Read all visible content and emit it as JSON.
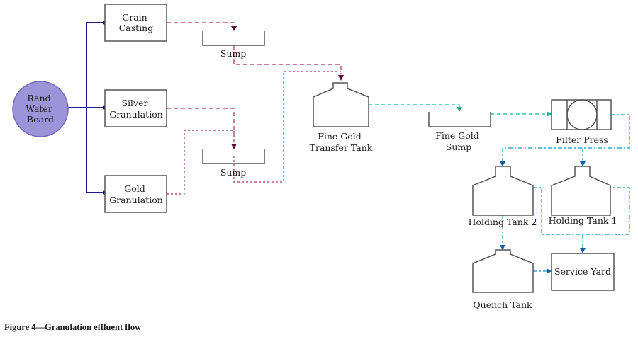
{
  "diagram": {
    "source": {
      "id": "rand-water-board",
      "label_lines": [
        "Rand",
        "Water",
        "Board"
      ]
    },
    "processes": [
      {
        "id": "grain-casting",
        "label_lines": [
          "Grain",
          "Casting"
        ]
      },
      {
        "id": "silver-granulation",
        "label_lines": [
          "Silver",
          "Granulation"
        ]
      },
      {
        "id": "gold-granulation",
        "label_lines": [
          "Gold",
          "Granulation"
        ]
      }
    ],
    "sumps": [
      {
        "id": "sump-top",
        "label_lines": [
          "Sump"
        ]
      },
      {
        "id": "sump-bottom",
        "label_lines": [
          "Sump"
        ]
      },
      {
        "id": "fine-gold-sump",
        "label_lines": [
          "Fine Gold",
          "Sump"
        ]
      }
    ],
    "tanks": [
      {
        "id": "fine-gold-transfer-tank",
        "label_lines": [
          "Fine Gold",
          "Transfer Tank"
        ]
      },
      {
        "id": "holding-tank-2",
        "label_lines": [
          "Holding Tank 2"
        ]
      },
      {
        "id": "holding-tank-1",
        "label_lines": [
          "Holding Tank 1"
        ]
      },
      {
        "id": "quench-tank",
        "label_lines": [
          "Quench Tank"
        ]
      }
    ],
    "filter_press": {
      "id": "filter-press",
      "label_lines": [
        "Filter Press"
      ]
    },
    "service_yard": {
      "id": "service-yard",
      "label_lines": [
        "Service Yard"
      ]
    },
    "flows": [
      {
        "from": "rand-water-board",
        "to": "grain-casting",
        "style": "water-supply"
      },
      {
        "from": "rand-water-board",
        "to": "silver-granulation",
        "style": "water-supply"
      },
      {
        "from": "rand-water-board",
        "to": "gold-granulation",
        "style": "water-supply"
      },
      {
        "from": "grain-casting",
        "to": "sump-top",
        "style": "effluent"
      },
      {
        "from": "silver-granulation",
        "to": "sump-bottom",
        "style": "effluent"
      },
      {
        "from": "gold-granulation",
        "to": "sump-bottom",
        "style": "effluent"
      },
      {
        "from": "sump-top",
        "to": "fine-gold-transfer-tank",
        "style": "effluent"
      },
      {
        "from": "sump-bottom",
        "to": "fine-gold-transfer-tank",
        "style": "effluent"
      },
      {
        "from": "fine-gold-transfer-tank",
        "to": "fine-gold-sump",
        "style": "fine-gold"
      },
      {
        "from": "fine-gold-sump",
        "to": "filter-press",
        "style": "fine-gold"
      },
      {
        "from": "filter-press",
        "to": "holding-tank-2",
        "style": "filtrate"
      },
      {
        "from": "filter-press",
        "to": "holding-tank-1",
        "style": "filtrate"
      },
      {
        "from": "holding-tank-2",
        "to": "quench-tank",
        "style": "filtrate"
      },
      {
        "from": "holding-tank-2",
        "to": "service-yard",
        "style": "filtrate"
      },
      {
        "from": "holding-tank-1",
        "to": "service-yard",
        "style": "filtrate"
      },
      {
        "from": "quench-tank",
        "to": "service-yard",
        "style": "filtrate"
      }
    ],
    "colors": {
      "water_supply": "#1a1a99",
      "effluent": "#b5507f",
      "effluent_arrow": "#5a0a3a",
      "fine_gold": "#2fc9a8",
      "fine_gold_arrow": "#17b07a",
      "filtrate": "#3aa6c8",
      "filtrate_arrow": "#0d5fa8",
      "source_fill": "#9b94d8",
      "source_stroke": "#6f68b8",
      "shape_stroke": "#555555"
    }
  },
  "caption": "Figure 4—Granulation effluent flow"
}
